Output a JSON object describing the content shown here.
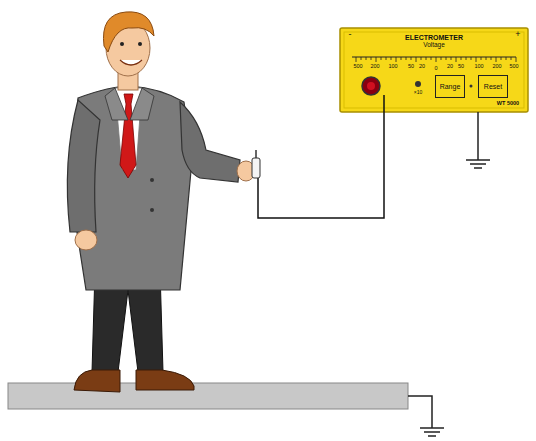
{
  "diagram": {
    "nodes": [
      {
        "text": [
          "ELECTROMETER",
          "Voltage"
        ]
      },
      {
        "text": [
          "Range"
        ],
        "in": 0
      },
      {
        "text": [
          "Reset"
        ],
        "in": 0
      }
    ],
    "labels": [
      "-",
      "+",
      "500",
      "200",
      "100",
      "50",
      "20",
      "0",
      "20",
      "50",
      "100",
      "200",
      "500",
      "×10",
      "WT 5000"
    ]
  }
}
